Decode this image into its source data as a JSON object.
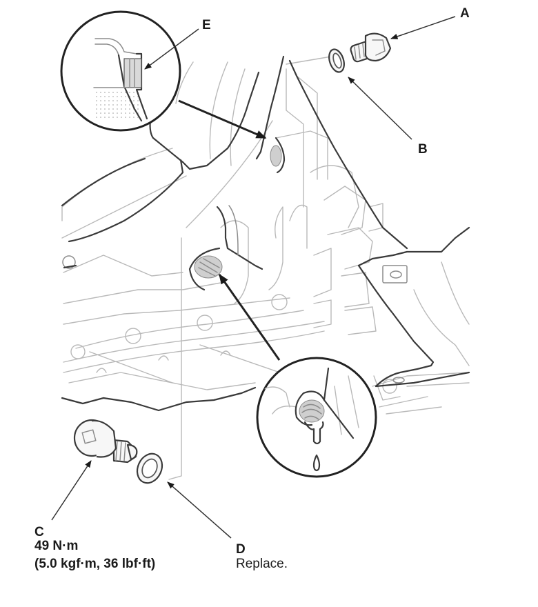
{
  "diagram": {
    "callouts": {
      "A": {
        "letter": "A"
      },
      "B": {
        "letter": "B"
      },
      "C": {
        "letter": "C",
        "torque_line1": "49 N·m",
        "torque_line2": "(5.0 kgf·m, 36 lbf·ft)"
      },
      "D": {
        "letter": "D",
        "note": "Replace."
      },
      "E": {
        "letter": "E"
      }
    },
    "colors": {
      "line_dark": "#222222",
      "line_faint": "#b9b9b9",
      "background": "#ffffff"
    }
  }
}
